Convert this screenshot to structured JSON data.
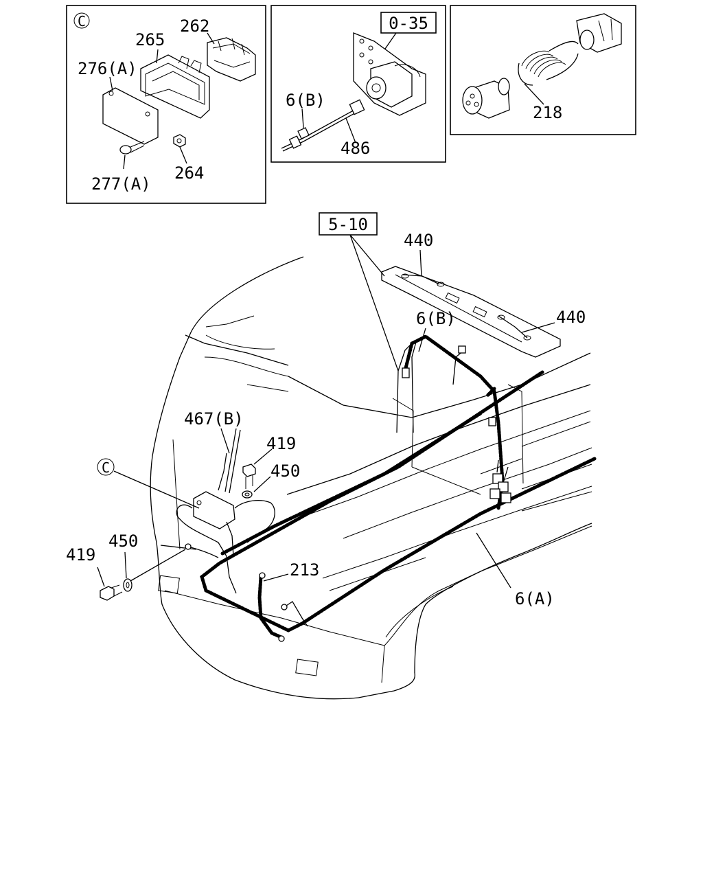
{
  "diagram": {
    "inset_c": {
      "marker": "C",
      "labels": {
        "p262": "262",
        "p265": "265",
        "p276a": "276(A)",
        "p277a": "277(A)",
        "p264": "264"
      }
    },
    "inset_connector": {
      "ref_box": "0-35",
      "labels": {
        "p6b": "6(B)",
        "p486": "486"
      }
    },
    "inset_hose": {
      "labels": {
        "p218": "218"
      }
    },
    "main": {
      "ref_box": "5-10",
      "marker": "C",
      "labels": {
        "p440_top": "440",
        "p440_right": "440",
        "p6b": "6(B)",
        "p467b": "467(B)",
        "p419_top": "419",
        "p450_top": "450",
        "p450_left": "450",
        "p419_left": "419",
        "p213": "213",
        "p6a": "6(A)"
      }
    }
  }
}
